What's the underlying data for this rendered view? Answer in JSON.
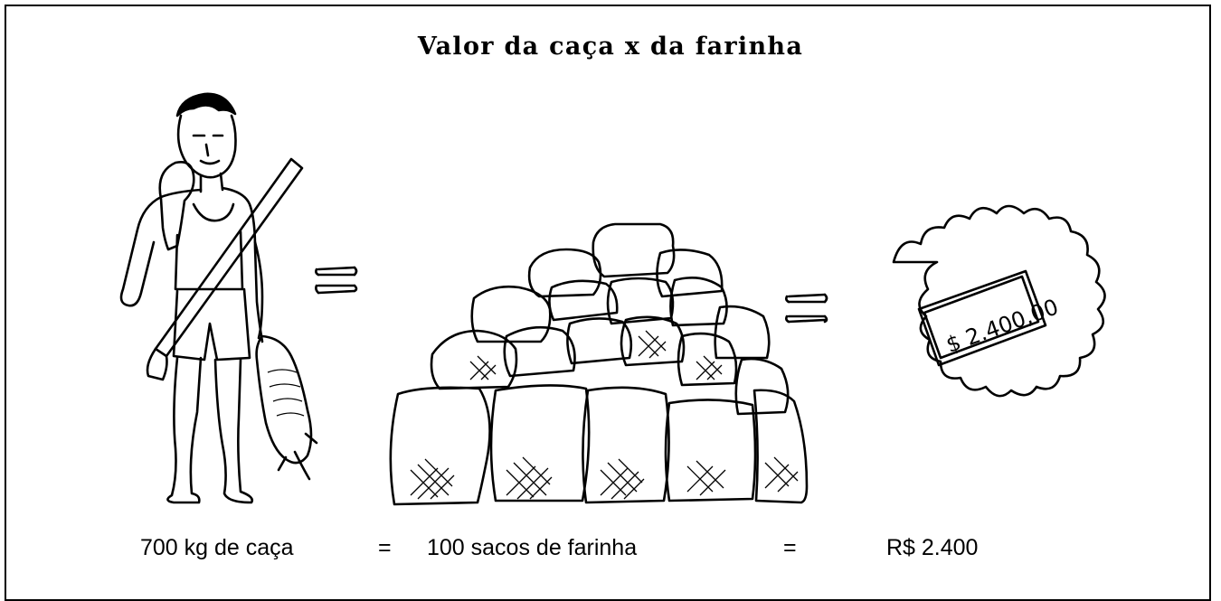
{
  "title": "Valor da caça x da farinha",
  "banknote": {
    "text": "$ 2.400,00"
  },
  "captions": {
    "game": "700 kg de caça",
    "equals_1": "=",
    "flour": "100 sacos de farinha",
    "equals_2": "=",
    "money": "R$ 2.400"
  },
  "icons": {
    "hunter": "hunter-with-rifle-and-armadillo-icon",
    "equals_sign_1": "hand-drawn-equals-icon",
    "sacks": "pile-of-flour-sacks-icon",
    "equals_sign_2": "hand-drawn-equals-icon",
    "money": "banknote-burst-icon"
  },
  "colors": {
    "ink": "#000000",
    "background": "#ffffff"
  }
}
